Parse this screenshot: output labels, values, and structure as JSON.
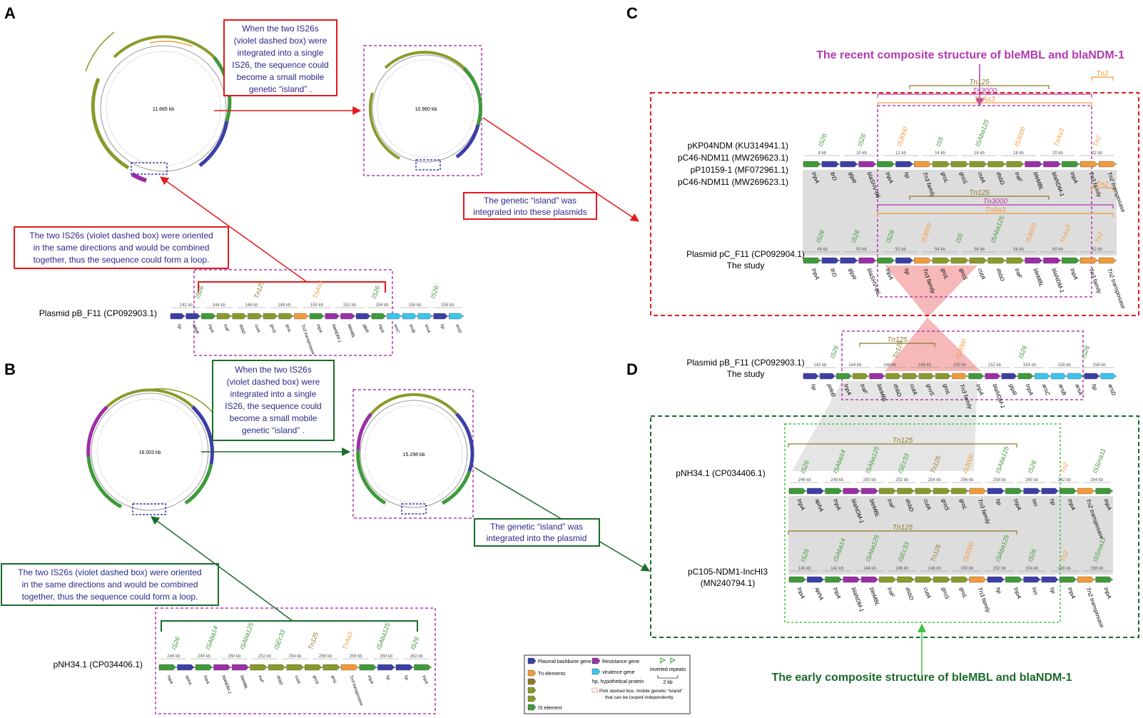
{
  "panels": {
    "a": "A",
    "b": "B",
    "c": "C",
    "d": "D"
  },
  "panelA": {
    "plasmid_label": "Plasmid pB_F11 (CP092903.1)",
    "circle_left_size": "11.665 kb",
    "circle_right_size": "10.960 kb",
    "note_top": [
      "When the two IS26s",
      "(violet dashed box) were",
      "integrated into a single",
      "IS26, the sequence could",
      "become a small mobile",
      "genetic “island” ."
    ],
    "note_bottom": [
      "The two IS26s (violet dashed box) were oriented",
      "in the same directions and would be combined",
      "together, thus the sequence could form a loop."
    ],
    "note_island": [
      "The genetic “island” was",
      "integrated into these plasmids"
    ],
    "ticks": [
      "142 kb",
      "144 kb",
      "146 kb",
      "148 kb",
      "150 kb",
      "152 kb",
      "154 kb",
      "156 kb",
      "158 kb"
    ],
    "elements": [
      "IS26",
      "Tn125",
      "TnAs3",
      "IS26",
      "IS26"
    ],
    "genes": [
      "hp",
      "pdeB",
      "tnpA",
      "traF",
      "dsbD",
      "cutA",
      "groS",
      "groL",
      "Tn3 transposase",
      "tnpA",
      "blaNDM-1",
      "bleMBL",
      "glpR",
      "tnpA",
      "arsC",
      "arsB",
      "arsA",
      "hp",
      "arsD"
    ]
  },
  "panelB": {
    "plasmid_label": "pNH34.1 (CP034406.1)",
    "circle_left_size": "16.003 kb",
    "circle_right_size": "15.298 kb",
    "note_top": [
      "When the two IS26s",
      "(violet dashed box) were",
      "integrated into a single",
      "IS26, the sequence could",
      "become a small mobile",
      "genetic “island” ."
    ],
    "note_bottom": [
      "The two IS26s (violet dashed box) were oriented",
      "in the same directions and would be combined",
      "together, thus the sequence could form a loop."
    ],
    "note_island": [
      "The genetic “island” was",
      "integrated into the plasmid"
    ],
    "ticks": [
      "246 kb",
      "248 kb",
      "250 kb",
      "252 kb",
      "254 kb",
      "256 kb",
      "258 kb",
      "260 kb",
      "262 kb"
    ],
    "elements": [
      "IS26",
      "ISAba14",
      "ISAba125",
      "ISEc33",
      "Tn125",
      "TnAs3",
      "ISAba125",
      "IS26"
    ],
    "genes": [
      "tnpA",
      "aphA",
      "tnpA",
      "blaNDM-1",
      "bleMBL",
      "traF",
      "dsbD",
      "cutA",
      "groS",
      "groL",
      "Tn3 transposase",
      "tnpA",
      "hp",
      "hp",
      "tnpA"
    ]
  },
  "panelC": {
    "title": "The recent composite structure of bleMBL and blaNDM-1",
    "labels_top": [
      "pKP04NDM (KU314941.1)",
      "pC46-NDM11 (MW269623.1)",
      "pP10159-1 (MF072961.1)",
      "pC46-NDM11 (MW269623.1)"
    ],
    "labels_bottom": [
      "Plasmid pC_F11 (CP092904.1)",
      "The study"
    ],
    "spans": [
      "TnAs3",
      "Tn3000",
      "Tn125",
      "Tn2"
    ],
    "elements_top": [
      "IS26",
      "IS26",
      "IS3000",
      "IS5",
      "ISAba125",
      "IS3000",
      "TnAs3",
      "Tn2"
    ],
    "elements_bottom": [
      "IS26",
      "IS26",
      "IS26",
      "IS3000",
      "IS5",
      "ISAba125",
      "IS3000",
      "TnAs3",
      "Tn2"
    ],
    "ticks_top": [
      "8 kb",
      "10 kb",
      "12 kb",
      "14 kb",
      "16 kb",
      "18 kb",
      "20 kb",
      "22 kb"
    ],
    "ticks_bottom": [
      "48 kb",
      "50 kb",
      "52 kb",
      "54 kb",
      "56 kb",
      "58 kb",
      "60 kb",
      "62 kb"
    ],
    "genes": [
      "tnpA",
      "ltrD",
      "glpR",
      "blaSHV-66",
      "tnpA",
      "hp",
      "Tn3 family",
      "groL",
      "groS",
      "cutA",
      "dsbD",
      "traF",
      "bleMBL",
      "blaNDM-1",
      "tnpA",
      "Tn3 family",
      "Tn2 transposase"
    ]
  },
  "middle": {
    "labels": [
      "Plasmid pB_F11 (CP092903.1)",
      "The study"
    ],
    "span": "Tn125",
    "elements": [
      "IS26",
      "Tn125",
      "IS3000",
      "IS26",
      "IS26"
    ],
    "ticks": [
      "142 kb",
      "144 kb",
      "146 kb",
      "148 kb",
      "150 kb",
      "152 kb",
      "154 kb",
      "156 kb",
      "158 kb"
    ],
    "genes": [
      "hp",
      "pdeB",
      "tnpA",
      "traF",
      "bleMBL",
      "dsbD",
      "cutA",
      "groS",
      "groL",
      "Tn3 family",
      "tnpA",
      "blaNDM-1",
      "glpR",
      "tnpA",
      "arsC",
      "arsB",
      "arsA",
      "hp",
      "arsD"
    ]
  },
  "panelD": {
    "title": "The early composite structure of bleMBL and blaNDM-1",
    "labels_top": [
      "pNH34.1 (CP034406.1)"
    ],
    "labels_bottom": [
      "pC105-NDM1-IncHI3",
      "(MN240794.1)"
    ],
    "span": "Tn125",
    "elements": [
      "IS26",
      "ISAba14",
      "ISAba125",
      "ISEc33",
      "Tn125",
      "IS3000",
      "ISAba125",
      "IS26",
      "Tn2",
      "ISSma11"
    ],
    "ticks_top": [
      "246 kb",
      "248 kb",
      "250 kb",
      "252 kb",
      "254 kb",
      "256 kb",
      "258 kb",
      "260 kb",
      "262 kb",
      "264 kb"
    ],
    "ticks_bottom": [
      "140 kb",
      "142 kb",
      "144 kb",
      "146 kb",
      "148 kb",
      "150 kb",
      "152 kb",
      "154 kb",
      "156 kb",
      "158 kb"
    ],
    "genes": [
      "tnpA",
      "aphA",
      "tnpA",
      "blaNDM-1",
      "bleMBL",
      "traF",
      "dsbD",
      "cutA",
      "groS",
      "groL",
      "Tn3 family",
      "hp",
      "tnpA",
      "hin",
      "hp",
      "tnpA",
      "Tn2 transposase",
      "tnpA"
    ]
  },
  "legend": {
    "items": [
      "Plasmid backbone gene",
      "Resistance gene",
      "Tn elements",
      "virulence gene",
      "hp, hypothetical protein",
      "IS element",
      "inverted repeats",
      "2 kb",
      "Pink dashed box, mobile genetic “island”",
      "that can be looped independently"
    ]
  },
  "colors": {
    "backbone": "#3b3fa6",
    "resistance": "#9b2fa6",
    "tn": "#f29a3a",
    "tn_dark": "#8b7a28",
    "olive": "#8a9a2a",
    "is": "#3f9a3a",
    "virulence": "#3cc3ee",
    "red": "#e31a1c",
    "green": "#1a6b2a",
    "violet": "#b23ab2",
    "pink": "#f4a6a6",
    "gray": "#cfcfcf"
  }
}
